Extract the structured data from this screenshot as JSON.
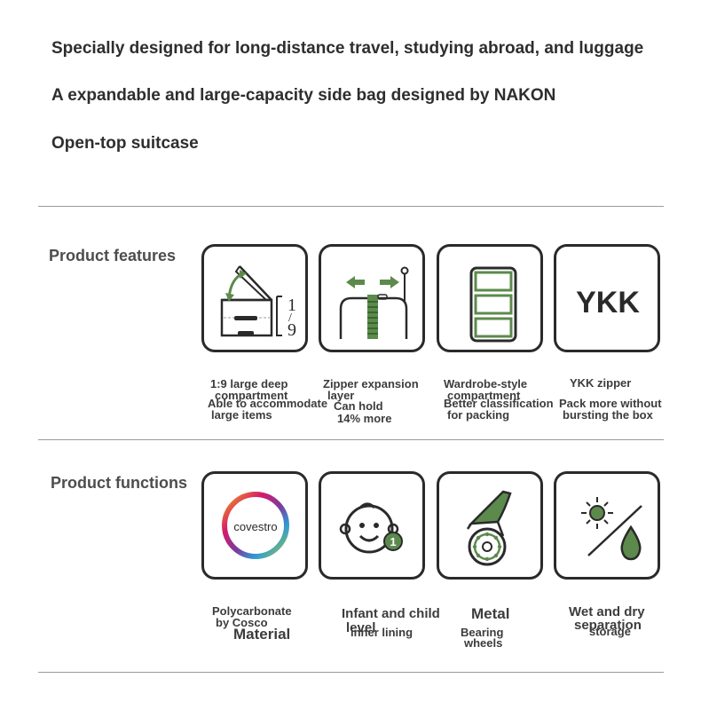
{
  "headlines": [
    "Specially designed for long-distance travel, studying abroad, and luggage",
    "A expandable and large-capacity side bag designed by NAKON",
    "Open-top suitcase"
  ],
  "features": {
    "title": "Product features",
    "items": [
      {
        "icon": "open-lid-suitcase-icon",
        "ratio_top": "1",
        "ratio_slash": "/",
        "ratio_bottom": "9",
        "caption_line1": "1:9 large deep",
        "caption_line2": "compartment",
        "caption_line3": "Able to accommodate",
        "caption_line4": "large items"
      },
      {
        "icon": "zipper-expansion-icon",
        "caption_line1": "Zipper expansion",
        "caption_line2": "layer",
        "caption_line3": "Can hold",
        "caption_line4": "14% more"
      },
      {
        "icon": "wardrobe-compartment-icon",
        "caption_line1": "Wardrobe-style",
        "caption_line2": "compartment",
        "caption_line3": "Better classification",
        "caption_line4": "for packing"
      },
      {
        "icon": "ykk-logo",
        "logo_text": "YKK",
        "caption_line1": "YKK zipper",
        "caption_line2": "Pack more without",
        "caption_line3": "bursting the box"
      }
    ]
  },
  "functions": {
    "title": "Product functions",
    "items": [
      {
        "icon": "covestro-logo",
        "logo_text": "covestro",
        "caption_line1": "Polycarbonate",
        "caption_line2": "by Cosco",
        "caption_line3": "Material"
      },
      {
        "icon": "baby-face-icon",
        "badge": "1",
        "caption_line1": "Infant and child",
        "caption_line2": "level",
        "caption_line3": "inner lining"
      },
      {
        "icon": "bearing-wheel-icon",
        "caption_line1": "Metal",
        "caption_line2": "Bearing",
        "caption_line3": "wheels"
      },
      {
        "icon": "sun-drop-icon",
        "caption_line1": "Wet and dry",
        "caption_line2": "separation",
        "caption_line3": "storage"
      }
    ]
  },
  "colors": {
    "accent_green": "#5c8a4c",
    "dark_outline": "#2a2a2a",
    "rule_gray": "#9a9a9a"
  }
}
